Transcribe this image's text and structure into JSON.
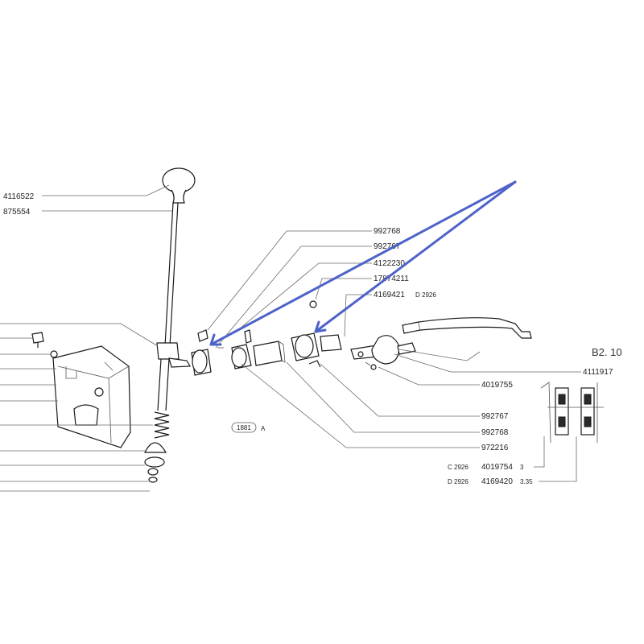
{
  "sheet_code": "B2. 10",
  "view_stamp": "A",
  "view_stamp_ref": "1881",
  "labels_left": [
    {
      "id": "l1",
      "text": "4116522"
    },
    {
      "id": "l2",
      "text": "875554"
    }
  ],
  "labels_top": [
    {
      "id": "t1",
      "text": "992768"
    },
    {
      "id": "t2",
      "text": "992767"
    },
    {
      "id": "t3",
      "text": "4122230"
    },
    {
      "id": "t4",
      "text": "17874211"
    },
    {
      "id": "t5",
      "text": "4169421"
    },
    {
      "id": "t5b",
      "text": "D 2926"
    }
  ],
  "labels_right": [
    {
      "id": "r1",
      "text": "4111917"
    },
    {
      "id": "r2",
      "text": "4019755"
    },
    {
      "id": "r3",
      "text": "992767"
    },
    {
      "id": "r4",
      "text": "992768"
    },
    {
      "id": "r5",
      "text": "972216"
    }
  ],
  "variants": [
    {
      "variant": "C 2926",
      "part": "4019754",
      "size": "3"
    },
    {
      "variant": "D 2926",
      "part": "4169420",
      "size": "3.35"
    }
  ],
  "annotation": {
    "color": "#4e63c9",
    "pointers": 2
  }
}
